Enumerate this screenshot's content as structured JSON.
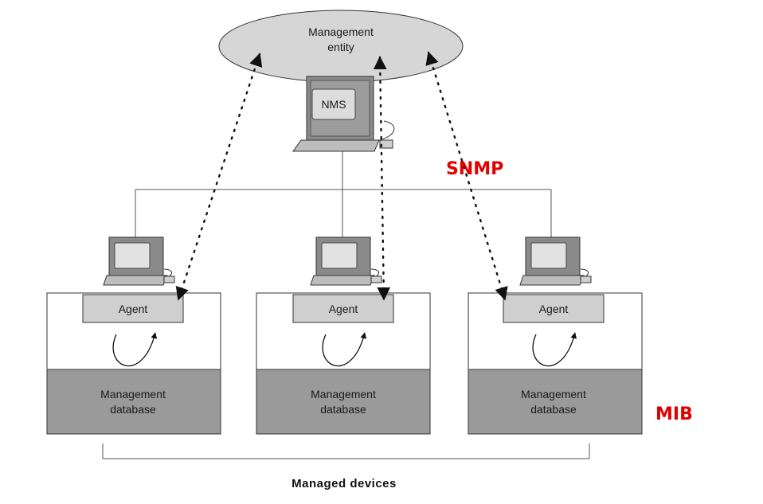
{
  "management_entity": {
    "line1": "Management",
    "line2": "entity"
  },
  "nms": {
    "label": "NMS"
  },
  "protocol": {
    "label": "SNMP",
    "color": "#e00000"
  },
  "mib": {
    "label": "MIB",
    "color": "#e00000"
  },
  "devices": [
    {
      "agent": "Agent",
      "db_line1": "Management",
      "db_line2": "database"
    },
    {
      "agent": "Agent",
      "db_line1": "Management",
      "db_line2": "database"
    },
    {
      "agent": "Agent",
      "db_line1": "Management",
      "db_line2": "database"
    }
  ],
  "managed_devices": "Managed devices"
}
